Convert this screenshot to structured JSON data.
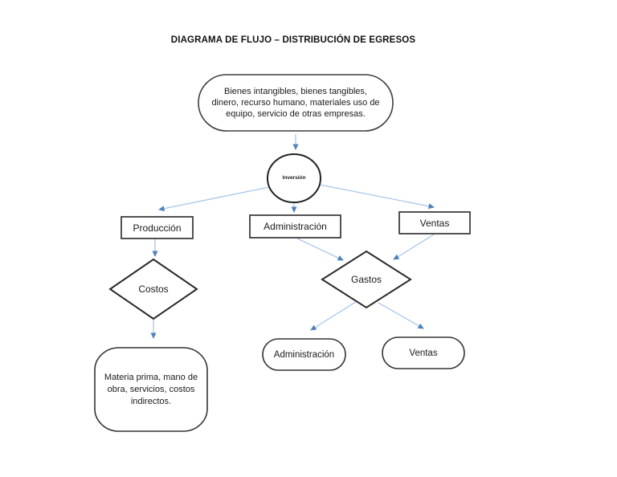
{
  "title": "DIAGRAMA DE FLUJO – DISTRIBUCIÓN DE EGRESOS",
  "nodes": {
    "recursos": {
      "shape": "terminator",
      "label": "Bienes intangibles, bienes tangibles, dinero, recurso humano, materiales uso de equipo, servicio de otras empresas."
    },
    "inversion": {
      "shape": "circle",
      "label": "Inversión"
    },
    "produccion": {
      "shape": "process",
      "label": "Producción"
    },
    "administracion": {
      "shape": "process",
      "label": "Administración"
    },
    "ventas": {
      "shape": "process",
      "label": "Ventas"
    },
    "costos": {
      "shape": "decision",
      "label": "Costos"
    },
    "gastos": {
      "shape": "decision",
      "label": "Gastos"
    },
    "materia_prima": {
      "shape": "terminator",
      "label": "Materia prima, mano de obra, servicios, costos indirectos."
    },
    "gasto_administracion": {
      "shape": "terminator",
      "label": "Administración"
    },
    "gasto_ventas": {
      "shape": "terminator",
      "label": "Ventas"
    }
  },
  "edges": [
    {
      "from": "recursos",
      "to": "inversion"
    },
    {
      "from": "inversion",
      "to": "produccion"
    },
    {
      "from": "inversion",
      "to": "administracion"
    },
    {
      "from": "inversion",
      "to": "ventas"
    },
    {
      "from": "produccion",
      "to": "costos"
    },
    {
      "from": "administracion",
      "to": "gastos"
    },
    {
      "from": "ventas",
      "to": "gastos"
    },
    {
      "from": "costos",
      "to": "materia_prima"
    },
    {
      "from": "gastos",
      "to": "gasto_administracion"
    },
    {
      "from": "gastos",
      "to": "gasto_ventas"
    }
  ],
  "colors": {
    "background": "#ffffff",
    "shape_fill": "#ffffff",
    "shape_border": "#3f3f3f",
    "text": "#1a1a1a",
    "connector_line": "#a9c7e9",
    "connector_arrowhead": "#4f81bd"
  }
}
